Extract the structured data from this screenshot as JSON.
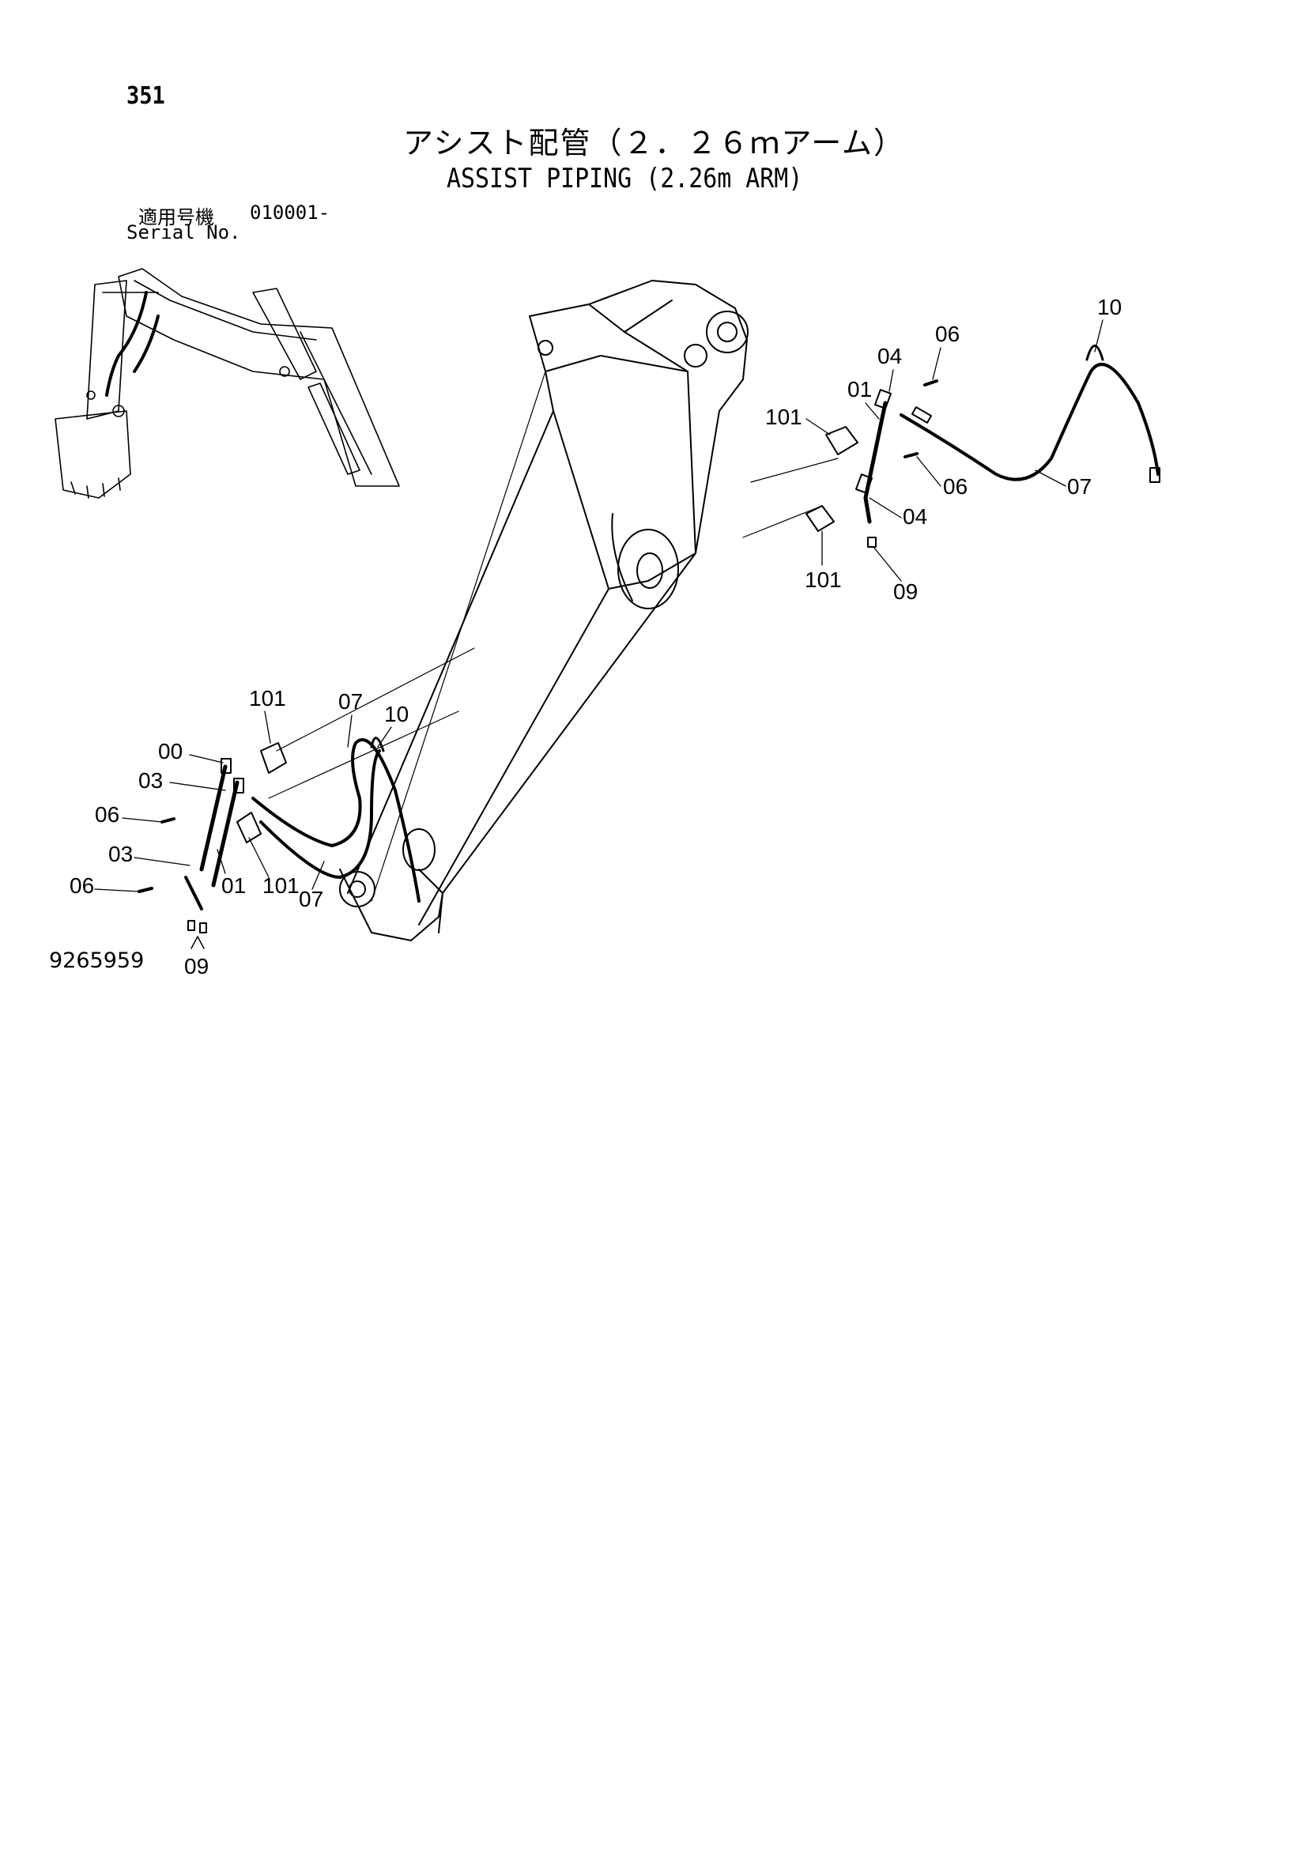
{
  "page_number": "351",
  "title_jp": "アシスト配管（２．２６ｍアーム）",
  "title_en": "ASSIST PIPING (2.26m ARM)",
  "serial": {
    "label_jp": "適用号機",
    "label_en": "Serial No.",
    "value": "010001-"
  },
  "figure_number": "9265959",
  "callouts": {
    "c10_top": "10",
    "c06_top": "06",
    "c04_top": "04",
    "c01_top": "01",
    "c101_top": "101",
    "c06_right": "06",
    "c07_right": "07",
    "c04_right": "04",
    "c101_right": "101",
    "c09_right": "09",
    "c101_left": "101",
    "c07_left_top": "07",
    "c10_left": "10",
    "c00": "00",
    "c03_a": "03",
    "c06_left_a": "06",
    "c03_b": "03",
    "c01_left": "01",
    "c101_left_b": "101",
    "c06_left_b": "06",
    "c07_left_bottom": "07",
    "c09_left": "09"
  }
}
